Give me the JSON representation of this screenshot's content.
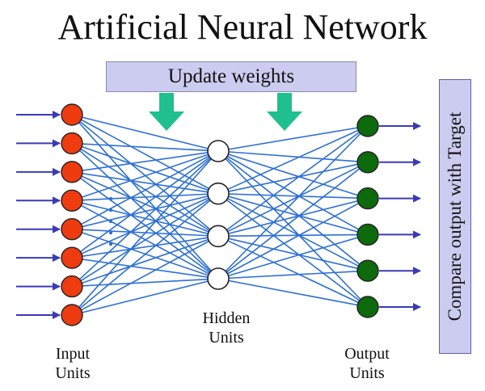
{
  "title": "Artificial Neural Network",
  "update_label": "Update weights",
  "compare_label": "Compare output  with Target",
  "hidden_label": [
    "Hidden",
    "Units"
  ],
  "input_label": [
    "Input",
    "Units"
  ],
  "output_label": [
    "Output",
    "Units"
  ],
  "network": {
    "input_units": 8,
    "hidden_units": 4,
    "output_units": 6
  },
  "colors": {
    "input_node": "#ee3b10",
    "hidden_node": "#ffffff",
    "output_node": "#0d6a0d",
    "connection": "#2d6fd6",
    "arrow": "#3a3ab8",
    "update_arrow": "#1fbf8f",
    "box_fill": "#ccccf0"
  }
}
